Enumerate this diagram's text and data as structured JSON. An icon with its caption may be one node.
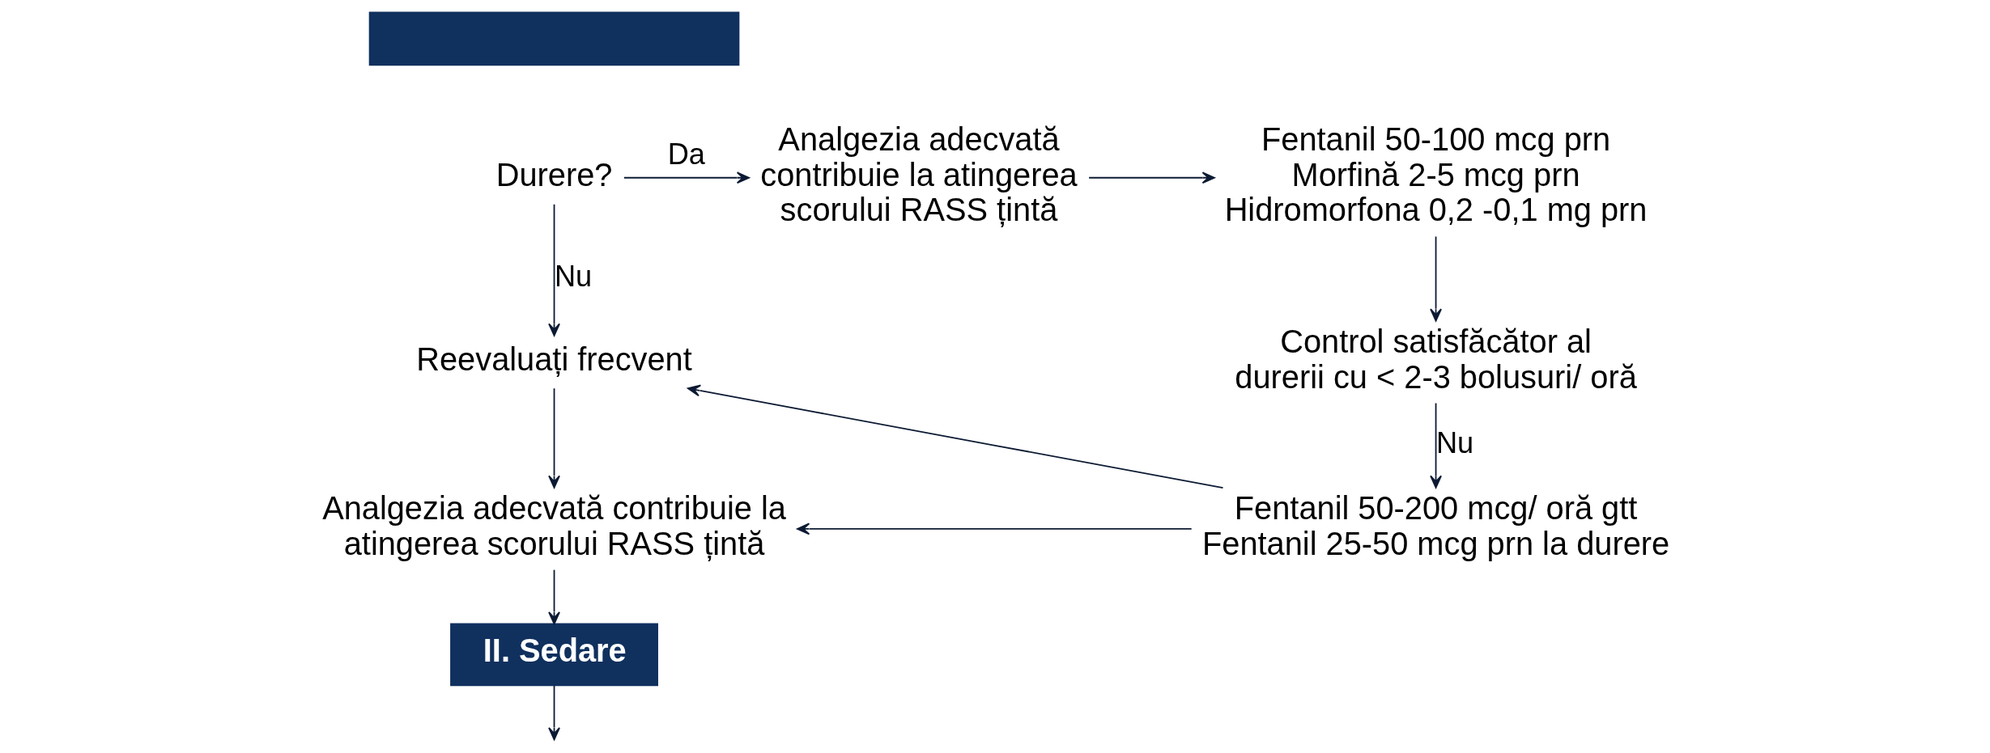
{
  "diagram": {
    "nodes": [
      {
        "text": [],
        "shape": "box"
      },
      {
        "text": [
          "Durere?"
        ]
      },
      {
        "text": [
          "Analgezia adecvată contribuie la atingerea scorului RASS țintă"
        ]
      },
      {
        "text": [
          "Fentanil 50-100 mcg prn",
          "Morfină 2-5 mcg prn",
          "Hidromorfona 0,2 -0,1 mg prn"
        ]
      },
      {
        "text": [
          "Reevaluați frecvent"
        ]
      },
      {
        "text": [
          "Analgezia adecvată contribuie la atingerea scorului RASS țintă"
        ]
      },
      {
        "text": [
          "Control satisfăcător al durerii cu < 2-3 bolusuri/ oră"
        ]
      },
      {
        "text": [
          "Fentanil 50-200 mcg/ oră gtt",
          "Fentanil 25-50 mcg prn la durere"
        ]
      },
      {
        "text": [
          "II. Sedare"
        ]
      }
    ],
    "edges": [
      {
        "from": 1,
        "to": 2,
        "arrow": "to",
        "label": "Da"
      },
      {
        "from": 2,
        "to": 3,
        "arrow": "to"
      },
      {
        "from": 1,
        "to": 4,
        "arrow": "to",
        "label": "Nu"
      },
      {
        "from": 3,
        "to": 6,
        "arrow": "to"
      },
      {
        "from": 6,
        "to": 7,
        "arrow": "to",
        "label": "Nu"
      },
      {
        "from": 7,
        "to": 4,
        "arrow": "to"
      },
      {
        "from": 7,
        "to": 5,
        "arrow": "to"
      },
      {
        "from": 4,
        "to": 5,
        "arrow": "to"
      },
      {
        "from": 5,
        "to": 8,
        "arrow": "to"
      },
      {
        "from": 8,
        "to": null,
        "arrow": "to"
      }
    ]
  }
}
